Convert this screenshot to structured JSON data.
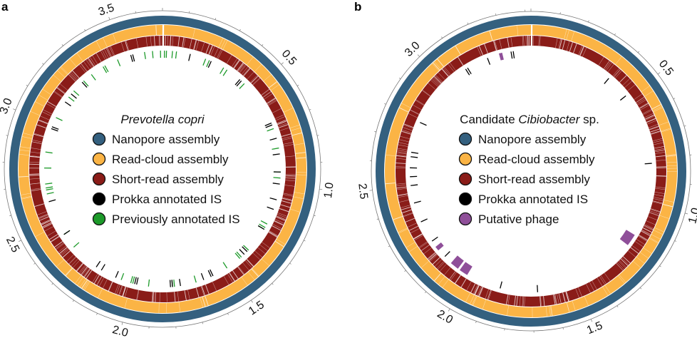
{
  "colors": {
    "nanopore": "#34607f",
    "read_cloud": "#fbb445",
    "short_read": "#8a1c18",
    "prokka": "#000000",
    "previous": "#1d9a2a",
    "phage": "#8f4f99"
  },
  "chart_data": [
    {
      "type": "circular-genome",
      "panel_label": "a",
      "title_italic": "Prevotella copri",
      "genome_length_mb": 3.7,
      "tick_labels": [
        "0.5",
        "1.0",
        "1.5",
        "2.0",
        "2.5",
        "3.0",
        "3.5"
      ],
      "tick_values": [
        0.5,
        1.0,
        1.5,
        2.0,
        2.5,
        3.0,
        3.5
      ],
      "rings": [
        "Nanopore assembly",
        "Read-cloud assembly",
        "Short-read assembly"
      ],
      "legend": [
        {
          "label": "Nanopore assembly",
          "color_key": "nanopore"
        },
        {
          "label": "Read-cloud assembly",
          "color_key": "read_cloud"
        },
        {
          "label": "Short-read assembly",
          "color_key": "short_read"
        },
        {
          "label": "Prokka annotated IS",
          "color_key": "prokka"
        },
        {
          "label": "Previously annotated IS",
          "color_key": "previous"
        }
      ],
      "prokka_is_mb": [
        0.14,
        0.25,
        0.42,
        0.43,
        0.69,
        0.7,
        0.77,
        0.85,
        0.94,
        1.0,
        1.08,
        1.13,
        1.24,
        1.38,
        1.4,
        1.59,
        1.6,
        1.64,
        1.76,
        1.8,
        1.81,
        1.98,
        1.99,
        2.09,
        2.17,
        2.2,
        2.43,
        2.61,
        2.98,
        2.99,
        3.13,
        3.18,
        3.26,
        3.54,
        3.55
      ],
      "previous_is_mb": [
        3.61,
        3.65,
        3.69,
        0.01,
        0.02,
        0.05,
        0.07,
        0.22,
        0.24,
        0.32,
        0.34,
        0.45,
        0.72,
        0.82,
        0.94,
        0.97,
        1.21,
        1.23,
        1.24,
        1.37,
        1.42,
        1.43,
        1.51,
        1.68,
        1.79,
        1.8,
        1.92,
        2.0,
        2.01,
        2.06,
        2.35,
        2.43,
        2.65,
        2.67,
        2.68,
        2.7,
        2.78,
        2.86,
        3.04,
        3.16,
        3.2,
        3.27,
        3.32,
        3.39,
        3.4,
        3.47
      ]
    },
    {
      "type": "circular-genome",
      "panel_label": "b",
      "title_prefix": "Candidate ",
      "title_italic": "Cibiobacter",
      "title_suffix": " sp.",
      "genome_length_mb": 3.42,
      "tick_labels": [
        "0.5",
        "1.0",
        "1.5",
        "2.0",
        "2.5",
        "3.0"
      ],
      "tick_values": [
        0.5,
        1.0,
        1.5,
        2.0,
        2.5,
        3.0
      ],
      "rings": [
        "Nanopore assembly",
        "Read-cloud assembly",
        "Short-read assembly"
      ],
      "legend": [
        {
          "label": "Nanopore assembly",
          "color_key": "nanopore"
        },
        {
          "label": "Read-cloud assembly",
          "color_key": "read_cloud"
        },
        {
          "label": "Short-read assembly",
          "color_key": "short_read"
        },
        {
          "label": "Prokka annotated IS",
          "color_key": "prokka"
        },
        {
          "label": "Putative phage",
          "color_key": "phage"
        }
      ],
      "prokka_is_mb": [
        0.38,
        0.49,
        0.82,
        1.68,
        1.85,
        2.14,
        2.23,
        2.33,
        2.42,
        2.5,
        2.54,
        2.58,
        2.63,
        2.65,
        2.79,
        3.11,
        3.12,
        3.22,
        3.33,
        3.34
      ],
      "phage_regions_mb": [
        [
          3.275,
          3.29
        ],
        [
          1.155,
          1.21
        ],
        [
          2.18,
          2.2
        ],
        [
          2.06,
          2.1
        ],
        [
          2.01,
          2.05
        ]
      ]
    }
  ]
}
